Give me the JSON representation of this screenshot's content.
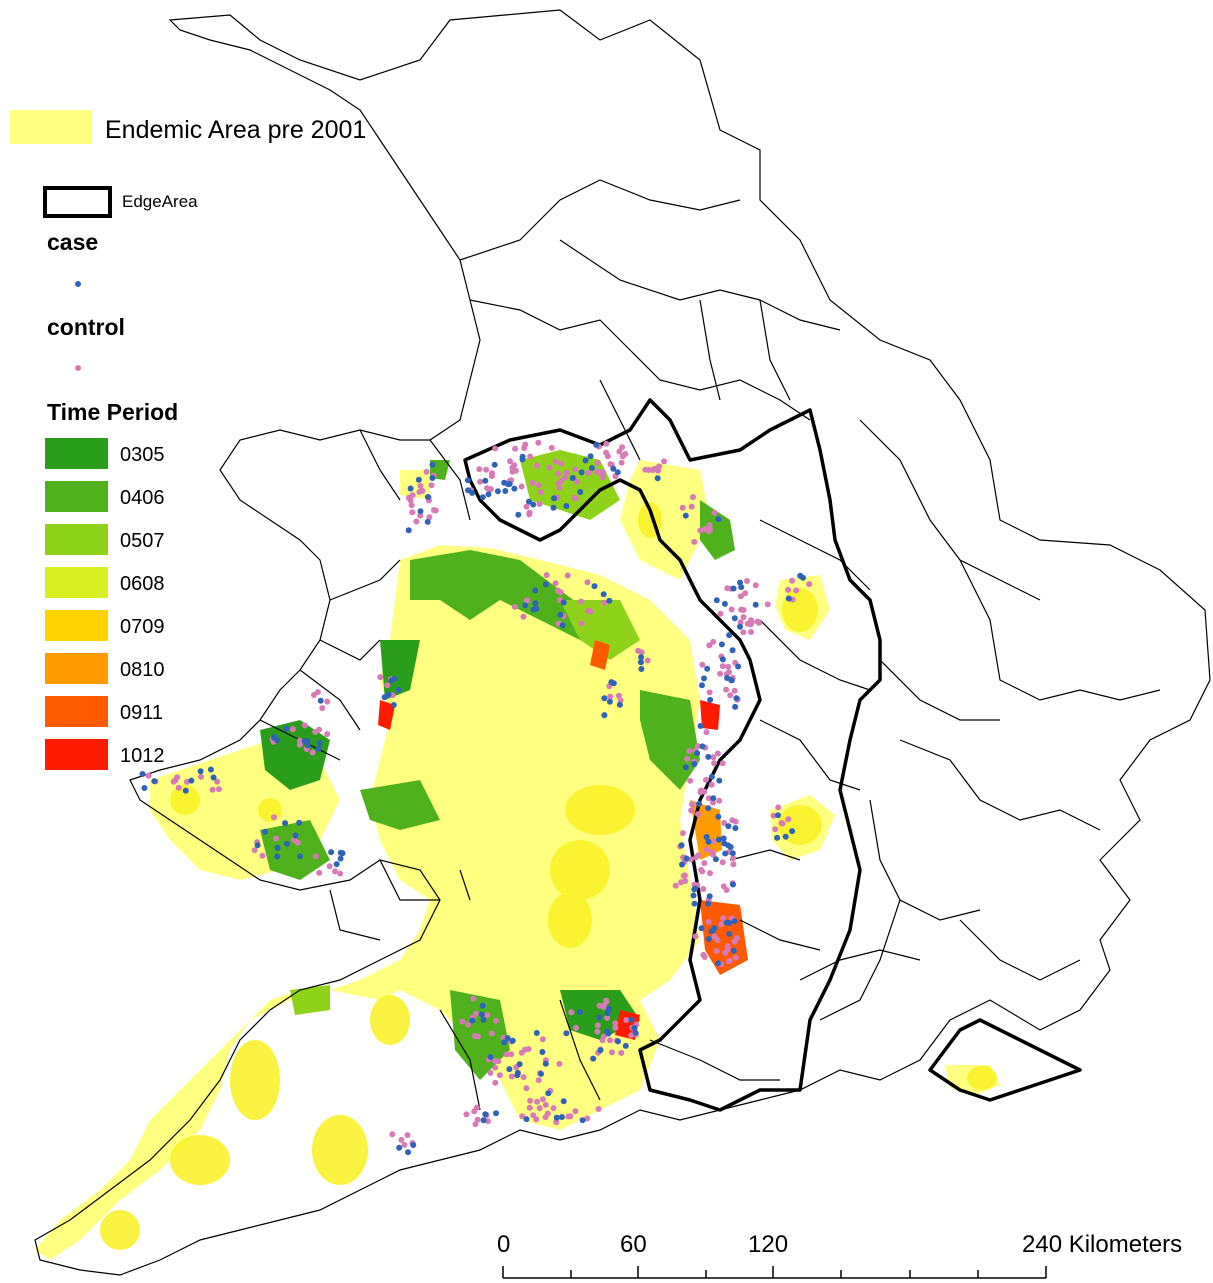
{
  "legend": {
    "endemic": {
      "label": "Endemic Area pre 2001",
      "color": "#ffff80"
    },
    "edge": {
      "label": "EdgeArea"
    },
    "case": {
      "label": "case",
      "color": "#2f63b8"
    },
    "control": {
      "label": "control",
      "color": "#d77ab6"
    },
    "time_period": {
      "title": "Time Period",
      "items": [
        {
          "label": "0305",
          "color": "#2a9e1a"
        },
        {
          "label": "0406",
          "color": "#4fb21c"
        },
        {
          "label": "0507",
          "color": "#8fd21a"
        },
        {
          "label": "0608",
          "color": "#d8f020"
        },
        {
          "label": "0709",
          "color": "#ffd200"
        },
        {
          "label": "0810",
          "color": "#ff9a00"
        },
        {
          "label": "0911",
          "color": "#ff5a00"
        },
        {
          "label": "1012",
          "color": "#ff1a00"
        }
      ]
    }
  },
  "scalebar": {
    "labels": [
      "0",
      "60",
      "120",
      "240 Kilometers"
    ]
  }
}
